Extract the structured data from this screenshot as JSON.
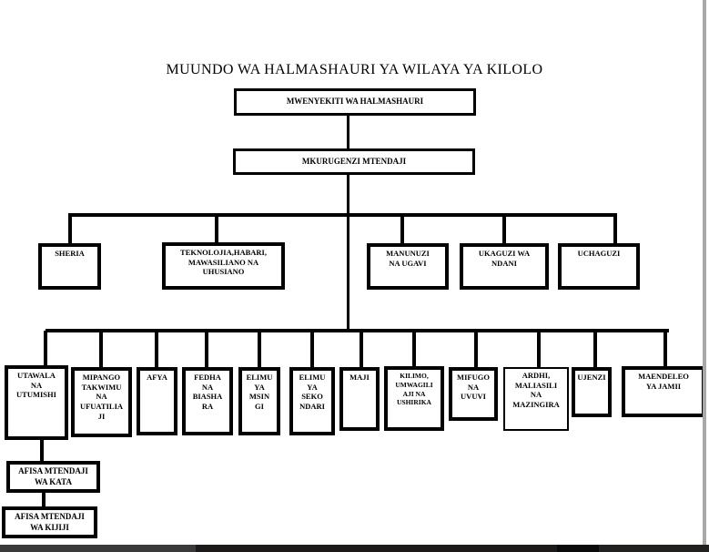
{
  "page_title": "MUUNDO WA HALMASHAURI YA WILAYA YA KILOLO",
  "boxes": {
    "mwenyekiti": "MWENYEKITI WA HALMASHAURI",
    "mkurugenzi": "MKURUGENZI MTENDAJI",
    "sheria": "SHERIA",
    "teknolojia": "TEKNOLOJIA,HABARI,\nMAWASILIANO NA\nUHUSIANO",
    "manunuzi": "MANUNUZI\nNA UGAVI",
    "ukaguzi": "UKAGUZI WA\nNDANI",
    "uchaguzi": "UCHAGUZI",
    "utawala": "UTAWALA\nNA\nUTUMISHI",
    "mipango": "MIPANGO\nTAKWIMU\nNA\nUFUATILIA\nJI",
    "afya": "AFYA",
    "fedha": "FEDHA\nNA\nBIASHA\nRA",
    "elimu_msingi": "ELIMU\nYA\nMSIN\nGI",
    "elimu_sekondari": "ELIMU\nYA\nSEKO\nNDARI",
    "maji": "MAJI",
    "kilimo": "KILIMO,\nUMWAGILI\nAJI NA\nUSHIRIKA",
    "mifugo": "MIFUGO\nNA\nUVUVI",
    "ardhi": "ARDHI,\nMALIASILI\nNA\nMAZINGIRA",
    "ujenzi": "UJENZI",
    "maendeleo": "MAENDELEO\nYA JAMII",
    "afisa_kata": "AFISA MTENDAJI\nWA KATA",
    "afisa_kijiji": "AFISA MTENDAJI\nWA KIJIJI"
  },
  "colors": {
    "line": "#000000",
    "background": "#ffffff",
    "page_edge": "#a8a8a8",
    "taskbar_left": "#3a3a3a",
    "taskbar_main": "#1c1918",
    "taskbar_dark": "#0a0a0a"
  }
}
